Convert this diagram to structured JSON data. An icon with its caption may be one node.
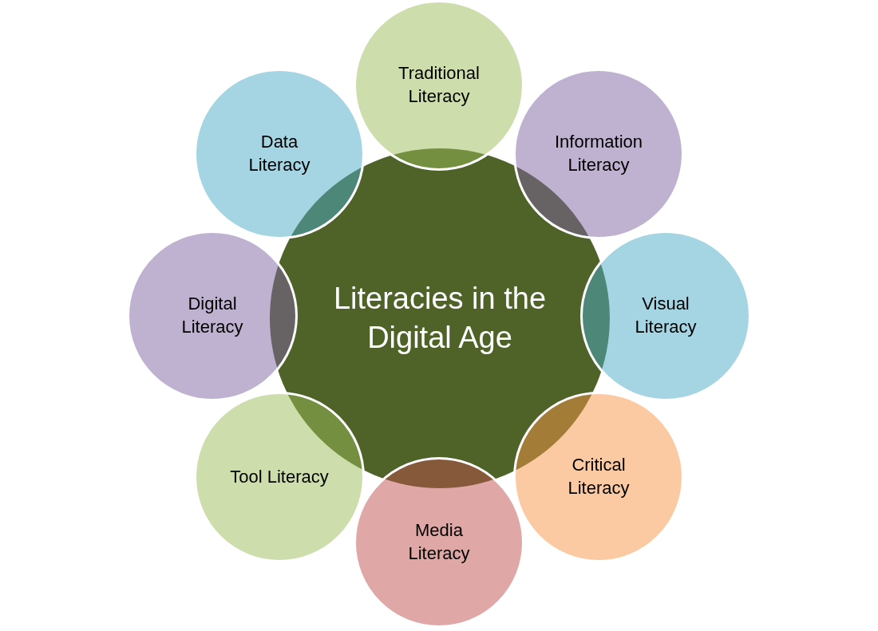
{
  "diagram": {
    "nodes": [
      {
        "text": [
          "Literacies in the Digital Age"
        ]
      },
      {
        "text": [
          "Traditional Literacy"
        ]
      },
      {
        "text": [
          "Information Literacy"
        ]
      },
      {
        "text": [
          "Visual Literacy"
        ]
      },
      {
        "text": [
          "Critical Literacy"
        ]
      },
      {
        "text": [
          "Media Literacy"
        ]
      },
      {
        "text": [
          "Tool Literacy"
        ]
      },
      {
        "text": [
          "Digital Literacy"
        ]
      },
      {
        "text": [
          "Data Literacy"
        ]
      }
    ]
  }
}
